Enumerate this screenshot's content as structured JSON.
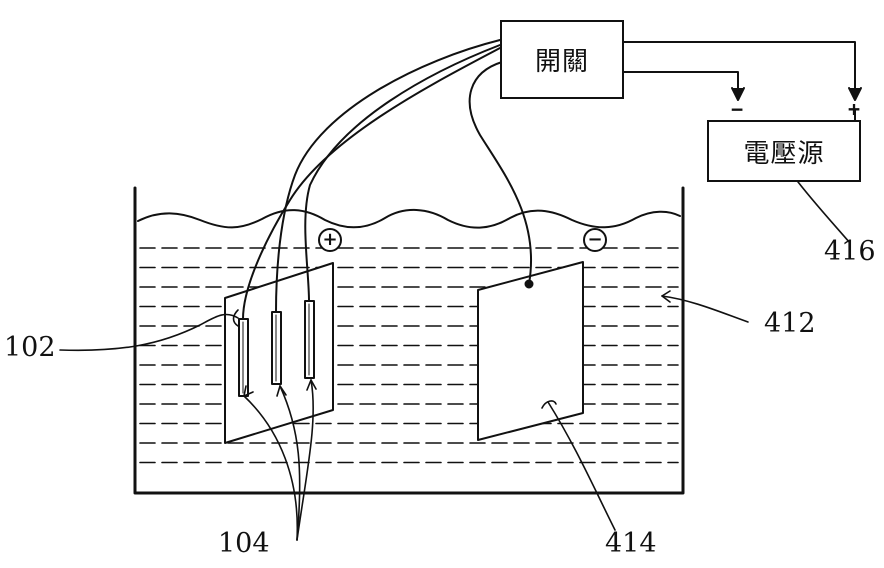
{
  "switch": {
    "label": "開關"
  },
  "power_supply": {
    "label": "電壓源"
  },
  "terminals": {
    "negative": "−",
    "positive": "+"
  },
  "electrode_signs": {
    "anode": "+",
    "cathode": "−"
  },
  "reference_numerals": {
    "workpiece": "102",
    "parts": "104",
    "electrolyte": "412",
    "counter_electrode": "414",
    "voltage_source": "416"
  }
}
